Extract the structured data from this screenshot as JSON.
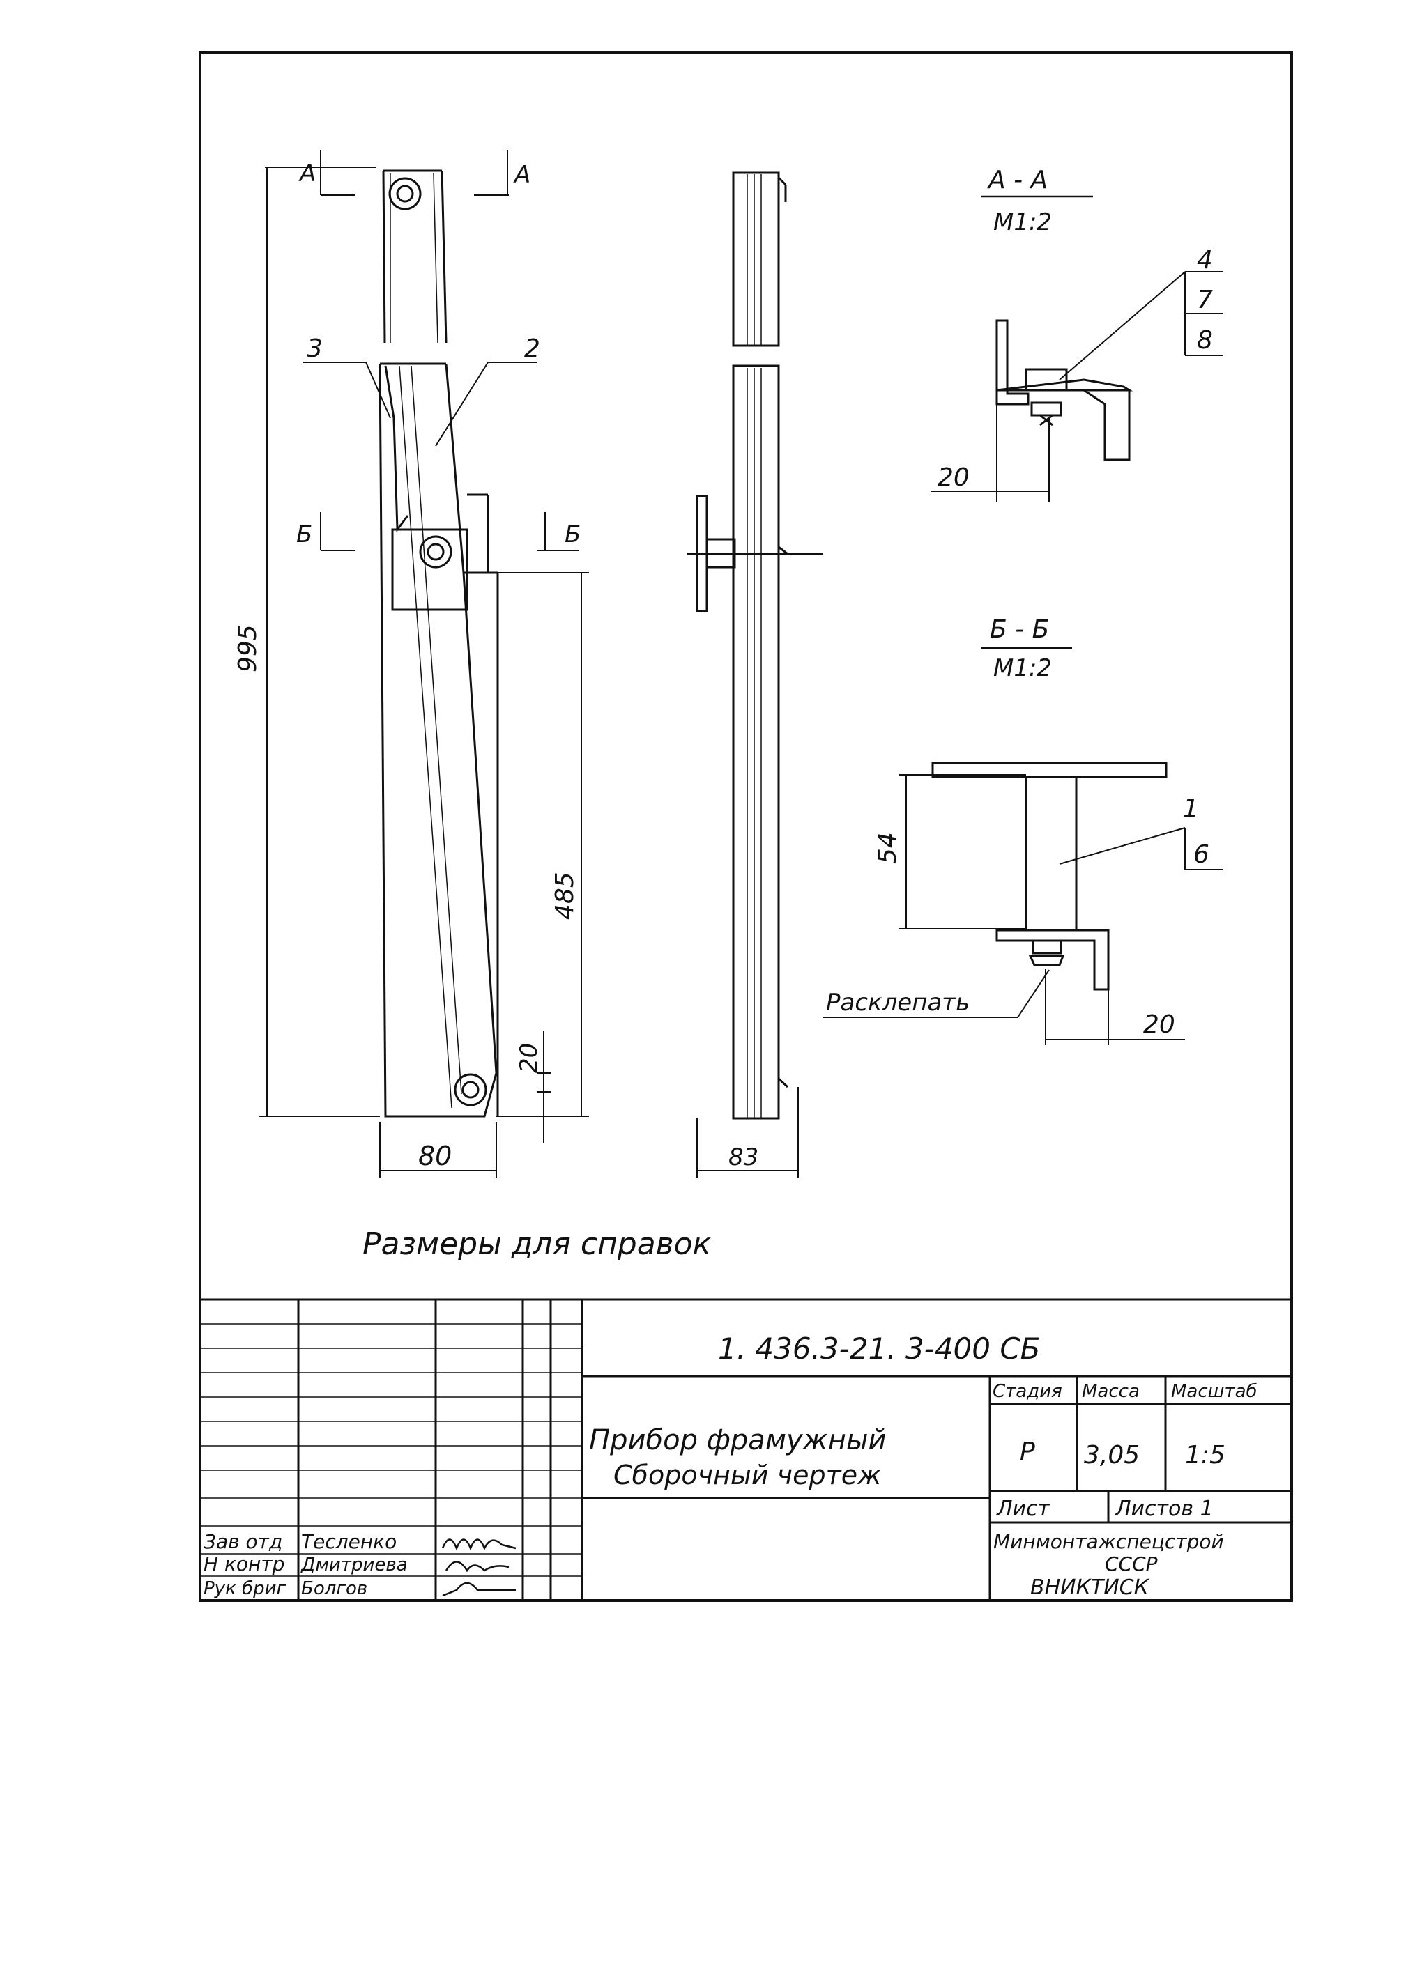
{
  "drawing": {
    "view_labels": {
      "section_a_mark": "А",
      "section_b_mark": "Б",
      "section_aa_title": "А - А",
      "section_aa_scale": "М1:2",
      "section_bb_title": "Б - Б",
      "section_bb_scale": "М1:2"
    },
    "dimensions": {
      "overall_height": "995",
      "lower_height": "485",
      "end_offset": "20",
      "width_front": "80",
      "width_side": "83",
      "aa_offset": "20",
      "bb_height": "54",
      "bb_offset": "20"
    },
    "callouts": {
      "front_part_3": "3",
      "front_part_2": "2",
      "aa_part_4": "4",
      "aa_part_7": "7",
      "aa_part_8": "8",
      "bb_part_1": "1",
      "bb_part_6": "6"
    },
    "notes": {
      "rivet_note": "Расклепать",
      "reference_note": "Размеры для справок"
    }
  },
  "title_block": {
    "document_code": "1. 436.3-21.    3-400  СБ",
    "product_name_line1": "Прибор фрамужный",
    "product_name_line2": "Сборочный чертеж",
    "headers": {
      "stage": "Стадия",
      "mass": "Масса",
      "scale": "Масштаб"
    },
    "values": {
      "stage": "Р",
      "mass": "3,05",
      "scale": "1:5"
    },
    "sheet_label": "Лист",
    "sheets_label": "Листов  1",
    "organization_line1": "Минмонтажспецстрой",
    "organization_line2": "СССР",
    "organization_line3": "ВНИКТИСК",
    "signatures": [
      {
        "role": "Зав отд",
        "name": "Тесленко"
      },
      {
        "role": "Н контр",
        "name": "Дмитриева"
      },
      {
        "role": "Рук бриг",
        "name": "Болгов"
      }
    ]
  }
}
